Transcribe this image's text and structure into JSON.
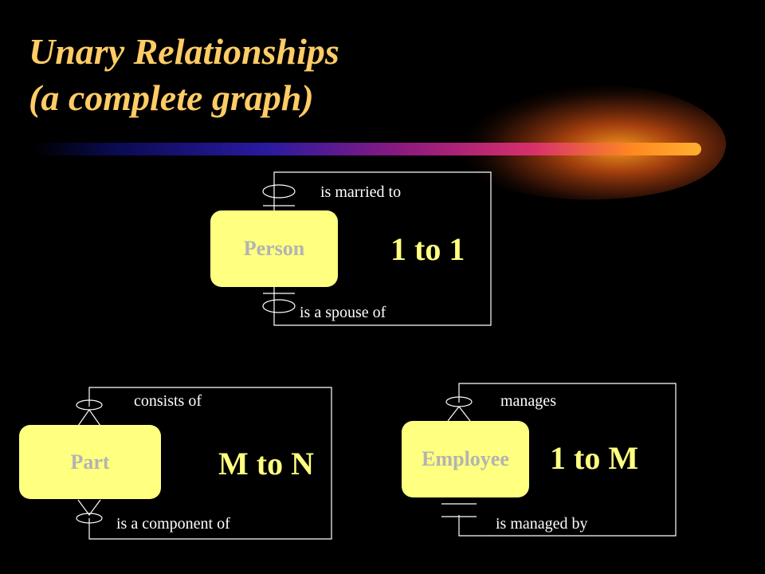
{
  "slide": {
    "title_line1": "Unary Relationships",
    "title_line2": "(a complete graph)",
    "colors": {
      "background": "#000000",
      "title": "#ffcc66",
      "entity_fill": "#ffff80",
      "entity_text": "#b3b3b3",
      "cardinality_text": "#ffff80",
      "label_text": "#ffffff",
      "lines": "#ffffff"
    }
  },
  "diagrams": {
    "one_to_one": {
      "entity": "Person",
      "top_label": "is married to",
      "bottom_label": "is a spouse of",
      "cardinality": "1 to 1"
    },
    "many_to_many": {
      "entity": "Part",
      "top_label": "consists of",
      "bottom_label": "is a component of",
      "cardinality": "M to N"
    },
    "one_to_many": {
      "entity": "Employee",
      "top_label": "manages",
      "bottom_label": "is managed by",
      "cardinality": "1 to M"
    }
  }
}
